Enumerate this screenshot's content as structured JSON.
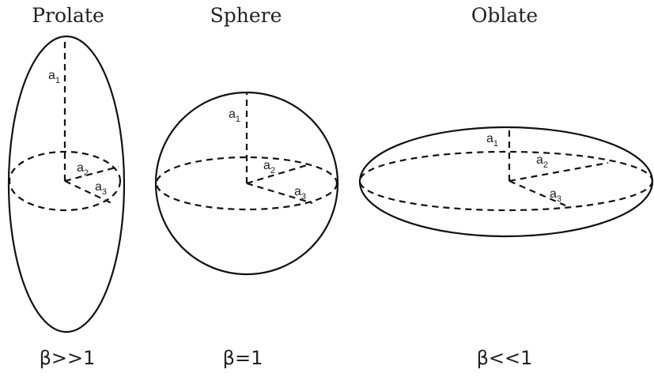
{
  "figures": [
    {
      "id": "prolate",
      "title": "Prolate",
      "condition": "β>>1",
      "axes": [
        {
          "main": "a",
          "sub": "1"
        },
        {
          "main": "a",
          "sub": "2"
        },
        {
          "main": "a",
          "sub": "3"
        }
      ]
    },
    {
      "id": "sphere",
      "title": "Sphere",
      "condition": "β=1",
      "axes": [
        {
          "main": "a",
          "sub": "1"
        },
        {
          "main": "a",
          "sub": "2"
        },
        {
          "main": "a",
          "sub": "3"
        }
      ]
    },
    {
      "id": "oblate",
      "title": "Oblate",
      "condition": "β<<1",
      "axes": [
        {
          "main": "a",
          "sub": "1"
        },
        {
          "main": "a",
          "sub": "2"
        },
        {
          "main": "a",
          "sub": "3"
        }
      ]
    }
  ],
  "colors": {
    "stroke": "#111111",
    "text": "#222222",
    "background": "#ffffff"
  }
}
